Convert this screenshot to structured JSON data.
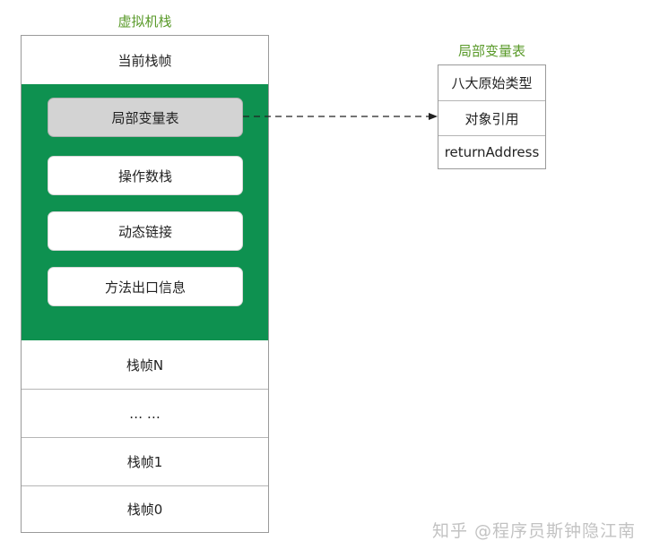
{
  "vm_stack": {
    "title": "虚拟机栈",
    "current_frame_label": "当前栈帧",
    "current_frame_items": [
      {
        "label": "局部变量表",
        "highlighted": true
      },
      {
        "label": "操作数栈",
        "highlighted": false
      },
      {
        "label": "动态链接",
        "highlighted": false
      },
      {
        "label": "方法出口信息",
        "highlighted": false
      }
    ],
    "frames": [
      "栈帧N",
      "… …",
      "栈帧1",
      "栈帧0"
    ]
  },
  "local_variable_table": {
    "title": "局部变量表",
    "rows": [
      "八大原始类型",
      "对象引用",
      "returnAddress"
    ]
  },
  "colors": {
    "current_frame_bg": "#0e9150",
    "title_green": "#5a9a2a",
    "highlight_gray": "#d3d3d3"
  },
  "watermark": "知乎 @程序员斯钟隐江南"
}
